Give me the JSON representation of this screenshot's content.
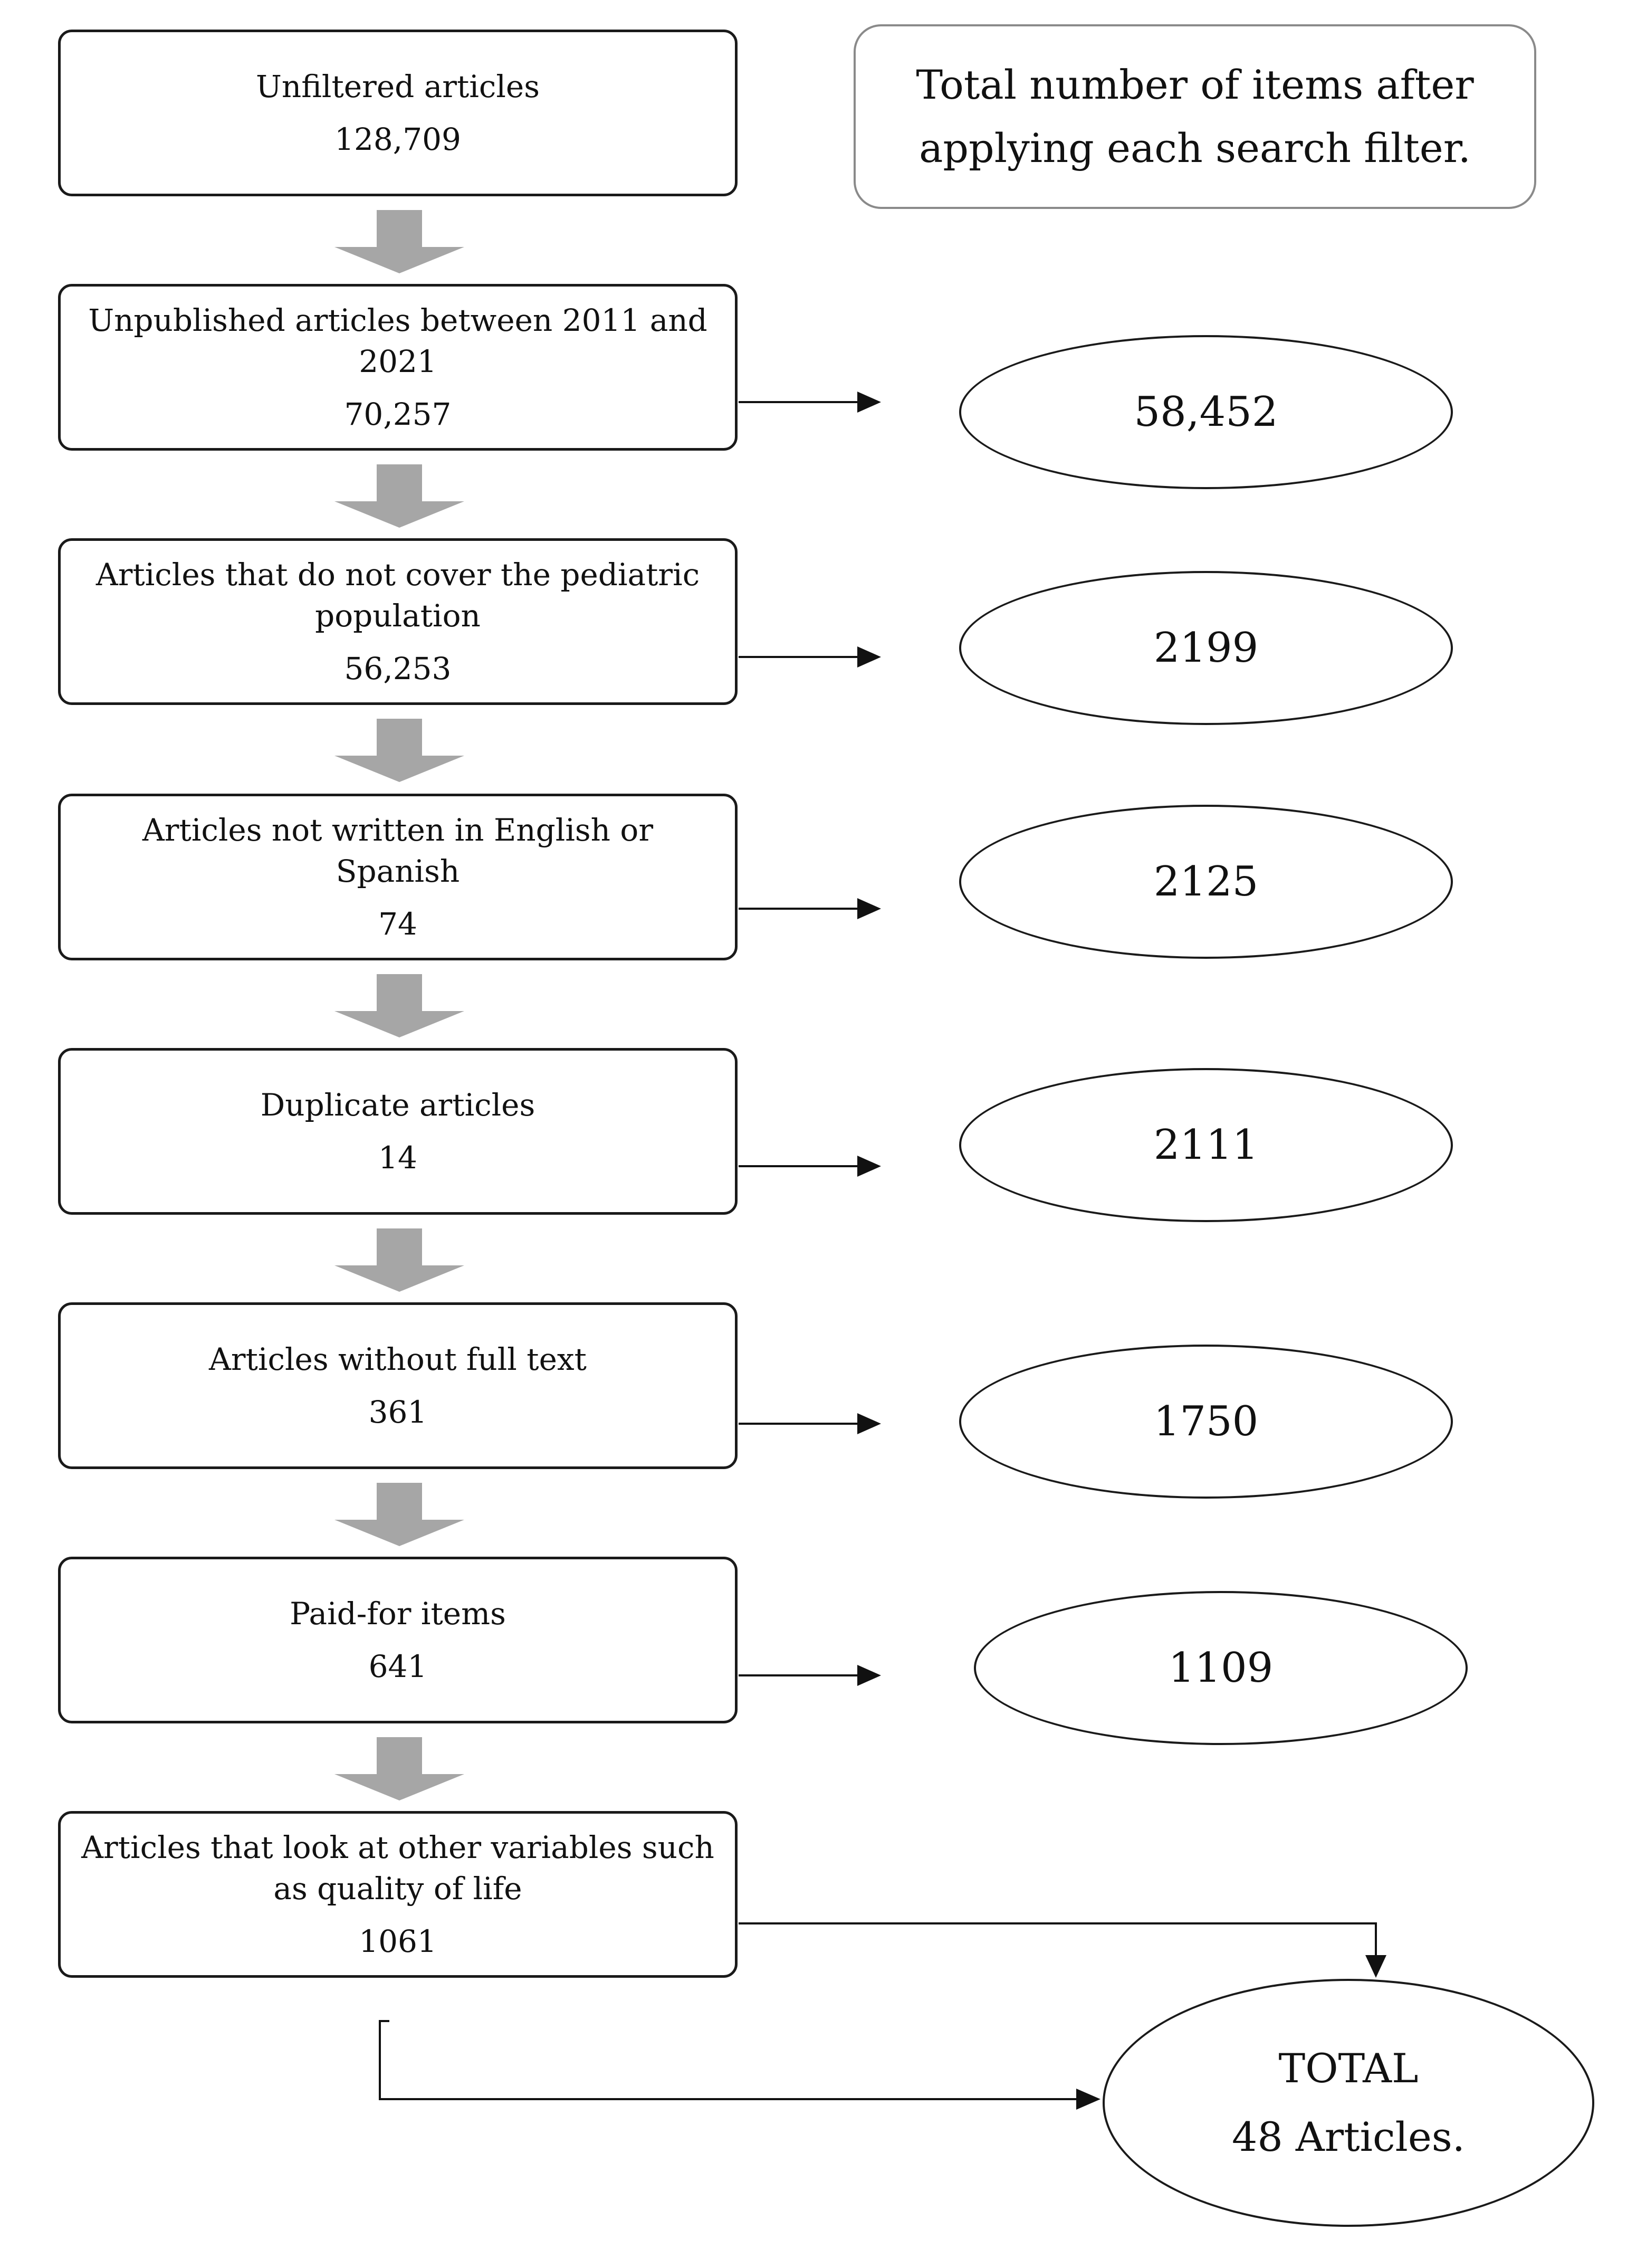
{
  "legend": "Total number of items after applying each search filter.",
  "steps": [
    {
      "label": "Unfiltered articles",
      "count": "128,709"
    },
    {
      "label": "Unpublished articles between 2011 and 2021",
      "count": "70,257"
    },
    {
      "label": "Articles that do not cover the pediatric population",
      "count": "56,253"
    },
    {
      "label": "Articles not written in English or Spanish",
      "count": "74"
    },
    {
      "label": "Duplicate articles",
      "count": "14"
    },
    {
      "label": "Articles without full text",
      "count": "361"
    },
    {
      "label": "Paid-for items",
      "count": "641"
    },
    {
      "label": "Articles that look at other variables such as quality of life",
      "count": "1061"
    }
  ],
  "remaining": [
    "58,452",
    "2199",
    "2125",
    "2111",
    "1750",
    "1109"
  ],
  "total": {
    "label": "TOTAL",
    "value": "48 Articles."
  },
  "colors": {
    "box_border": "#1a1a1a",
    "down_arrow": "#a6a6a6",
    "legend_border": "#8a8a8a"
  }
}
